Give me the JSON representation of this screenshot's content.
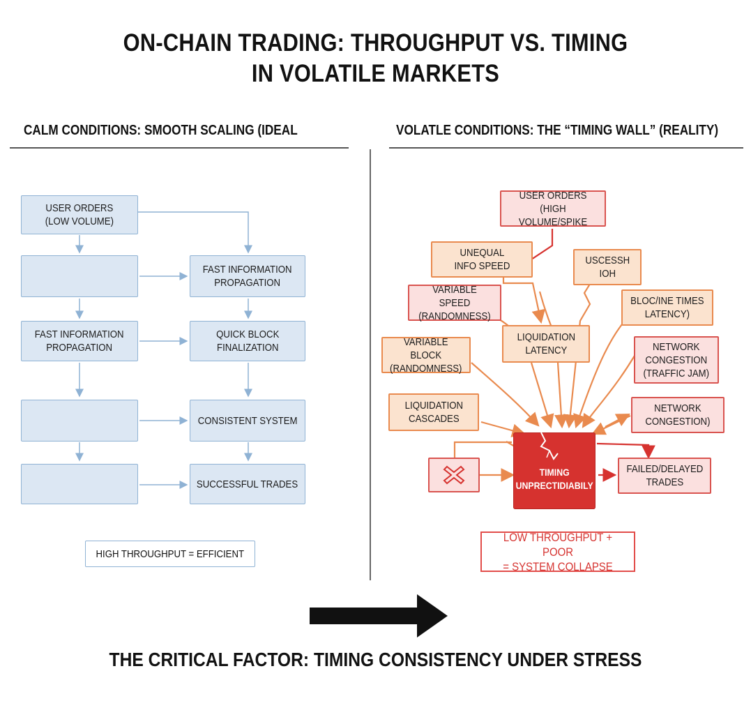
{
  "title": {
    "line1": "ON-CHAIN TRADING: THROUGHPUT VS. TIMING",
    "line2": "IN VOLATILE MARKETS"
  },
  "left": {
    "heading": "CALM CONDITIONS: SMOOTH SCALING (IDEAL",
    "boxes": {
      "user_orders": "USER ORDERS\n(LOW VOLUME)",
      "fast_info_right": "FAST INFORMATION\nPROPAGATION",
      "fast_info_left": "FAST INFORMATION\nPROPAGATION",
      "quick_block": "QUICK BLOCK\nFINALIZATION",
      "consistent": "CONSISTENT SYSTEM",
      "successful": "SUCCESSFUL TRADES"
    },
    "summary": "HIGH THROUGHPUT = EFFICIENT"
  },
  "right": {
    "heading": "VOLATLE CONDITIONS: THE “TIMING WALL” (REALITY)",
    "boxes": {
      "user_orders": "USER ORDERS (HIGH\nVOLUME/SPIKE",
      "unequal": "UNEQUAL\nINFO SPEED",
      "uscessh": "USCESSH\nIOH",
      "variable_speed": "VARIABLE SPEED\n(RANDOMNESS)",
      "bloc_times": "BLOC/INE TIMES\nLATENCY)",
      "liq_latency": "LIQUIDATION\nLATENCY",
      "variable_block": "VARIABLE BLOCK\n(RANDOMNESS)",
      "network_traffic": "NETWORK\nCONGESTION\n(TRAFFIC JAM)",
      "liq_cascades": "LIQUIDATION\nCASCADES",
      "network_congestion": "NETWORK\nCONGESTION)",
      "failed": "FAILED/DELAYED\nTRADES",
      "core": "TIMING\nUNPRECTIDIABILY"
    },
    "summary": "LOW THROUGHPUT + POOR\n= SYSTEM COLLAPSE"
  },
  "footer": "THE CRITICAL FACTOR: TIMING CONSISTENCY UNDER STRESS",
  "colors": {
    "blue_fill": "#dce7f3",
    "blue_border": "#8fb2d4",
    "orange_fill": "#fbe3cf",
    "orange_border": "#e98a4e",
    "red": "#d6322f"
  }
}
